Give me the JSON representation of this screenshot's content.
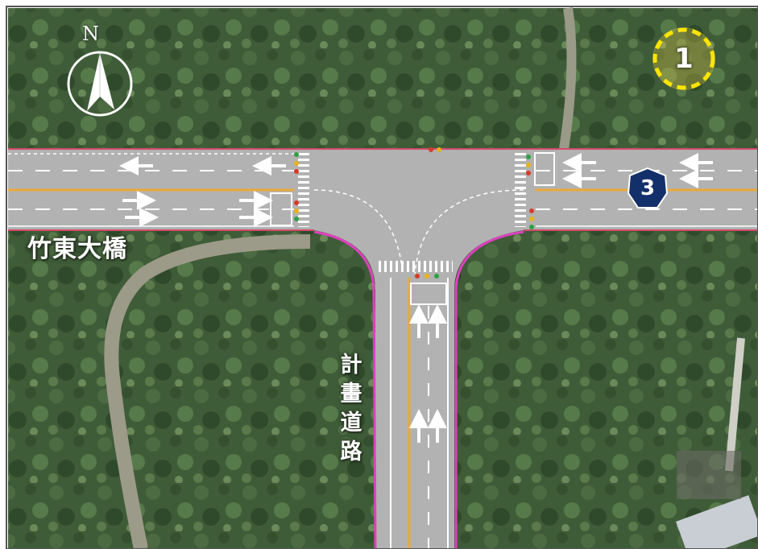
{
  "map": {
    "badge_number": "1",
    "route_number": "3",
    "compass_label": "N",
    "bridge_label": "竹東大橋",
    "planned_road_label": [
      "計",
      "畫",
      "道",
      "路"
    ]
  },
  "colors": {
    "vegetation": "#3f5c38",
    "road_surface": "#b2b2b2",
    "lane_marking": "#ffffff",
    "center_line": "#e8a93a",
    "road_edge": "#e040c0",
    "badge_ring": "#ffe500",
    "route_shield": "#14306b"
  },
  "icons": [
    "north-arrow-icon",
    "badge-ring-icon",
    "route-shield-icon",
    "lane-arrow-icon",
    "traffic-signal-icon"
  ]
}
